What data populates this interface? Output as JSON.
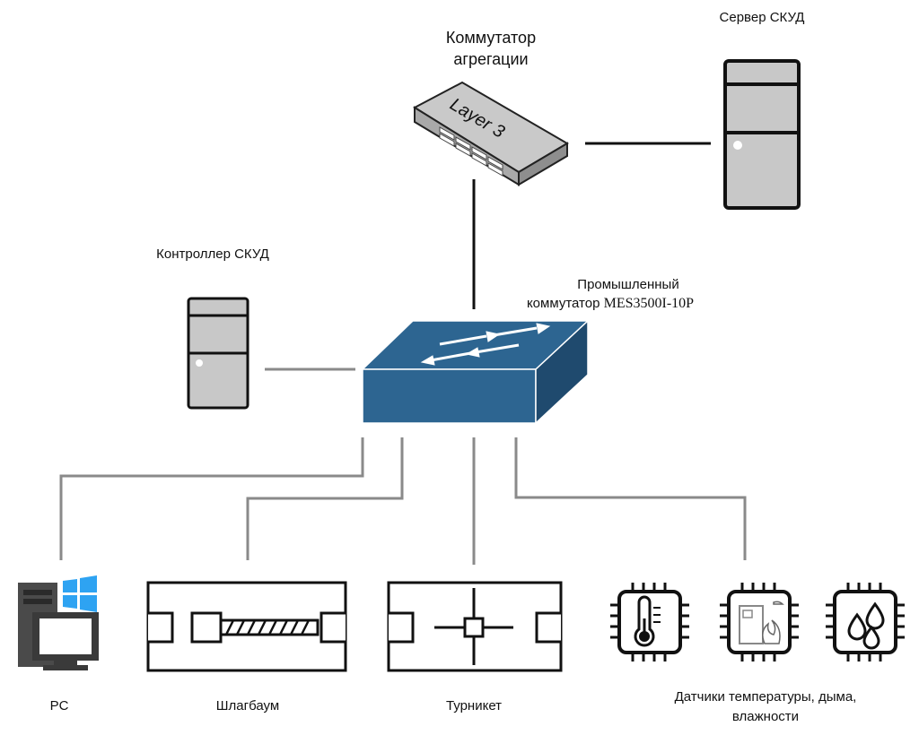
{
  "labels": {
    "aggregation_switch_line1": "Коммутатор",
    "aggregation_switch_line2": "агрегации",
    "aggregation_switch_face": "Layer 3",
    "acs_server": "Сервер СКУД",
    "acs_controller": "Контроллер СКУД",
    "industrial_switch_line1": "Промышленный",
    "industrial_switch_line2_prefix": "коммутатор ",
    "industrial_switch_model": "MES3500I-10P",
    "pc": "PC",
    "barrier": "Шлагбаум",
    "turnstile": "Турникет",
    "sensors_line1": "Датчики температуры, дыма,",
    "sensors_line2": "влажности"
  },
  "colors": {
    "switch_blue": "#2d6591",
    "switch_blue_dark": "#1f4a6e",
    "switch_blue_top": "#3b77a6",
    "link_black": "#111111",
    "link_gray": "#8a8a8a",
    "device_gray": "#c8c8c8",
    "windows_blue": "#2ea3f2"
  },
  "icons": {
    "aggregation_switch": "layer3-switch-icon",
    "server": "server-tower-icon",
    "controller": "controller-tower-icon",
    "industrial_switch": "network-switch-icon",
    "pc": "desktop-pc-icon",
    "barrier": "barrier-gate-icon",
    "turnstile": "turnstile-icon",
    "temperature": "temperature-sensor-icon",
    "smoke": "smoke-sensor-icon",
    "humidity": "humidity-sensor-icon"
  }
}
